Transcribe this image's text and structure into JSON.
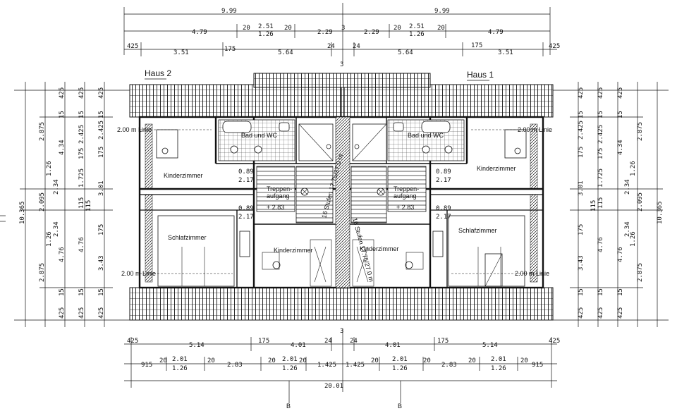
{
  "houses": {
    "left": "Haus 2",
    "right": "Haus 1"
  },
  "rooms": {
    "kinder_top_left": "Kinderzimmer",
    "kinder_top_right": "Kinderzimmer",
    "schlaf_left": "Schlafzimmer",
    "schlaf_right": "Schlafzimmer",
    "kinder_mid_left": "Kinderzimmer",
    "kinder_mid_right": "Kinderzimmer",
    "bad_left": "Bad und WC",
    "bad_right": "Bad und WC",
    "treppe_left_1": "Treppen-",
    "treppe_left_2": "aufgang",
    "treppe_left_3": "+ 2.83",
    "treppe_right_1": "Treppen-",
    "treppe_right_2": "aufgang",
    "treppe_right_3": "+ 2.83",
    "stufen_left": "16 Stufen 17.75/27.0 m",
    "stufen_right": "16 Stufen 17.75/27.0 m"
  },
  "lines": {
    "left_top": "2.00 m Linie",
    "right_top": "2.00 m Linie",
    "left_bottom": "2.00 m Linie",
    "right_bottom": "2.00 m Linie"
  },
  "doors": {
    "d1a": "0.89",
    "d1b": "2.17",
    "d2a": "0.89",
    "d2b": "2.17",
    "d3a": "0.89",
    "d3b": "2.17",
    "d4a": "0.89",
    "d4b": "2.17"
  },
  "dims_top": {
    "left_total": "9.99",
    "right_total": "9.99",
    "l_479": "4.79",
    "l_20a": "20",
    "l_251": "2.51",
    "l_126": "1.26",
    "l_20b": "20",
    "c_229a": "2.29",
    "c_3": "3",
    "c_229b": "2.29",
    "r_20a": "20",
    "r_251": "2.51",
    "r_126": "1.26",
    "r_20b": "20",
    "r_479": "4.79",
    "l_425": "425",
    "l_351": "3.51",
    "l_175": "175",
    "l_564": "5.64",
    "l_24": "24",
    "r_24": "24",
    "r_564": "5.64",
    "r_175": "175",
    "r_351": "3.51",
    "r_425": "425",
    "mid_3": "3"
  },
  "dims_bottom": {
    "l_425": "425",
    "l_514": "5.14",
    "l_175": "175",
    "l_401": "4.01",
    "c_24a": "24",
    "c_3": "3",
    "c_24b": "24",
    "r_401": "4.01",
    "r_175": "175",
    "r_514": "5.14",
    "r_425": "425",
    "l_915": "915",
    "l_20a": "20",
    "l_201": "2.01",
    "l_126": "1.26",
    "l_20b": "20",
    "l_283": "2.83",
    "l_20c": "20",
    "l_201b": "2.01",
    "l_126b": "1.26",
    "l_20d": "20",
    "l_1425": "1.425",
    "r_1425": "1.425",
    "r_20a": "20",
    "r_201": "2.01",
    "r_126": "1.26",
    "r_20b": "20",
    "r_283": "2.83",
    "r_20c": "20",
    "r_201b": "2.01",
    "r_126b": "1.26",
    "r_20d": "20",
    "r_915": "915",
    "total": "20.01",
    "section_left": "B",
    "section_right": "B"
  },
  "dims_left": {
    "total": "10.365",
    "a_2875": "2.875",
    "a_2095": "2.095",
    "a_2875b": "2.875",
    "b_425": "425",
    "b_15": "15",
    "b_434": "4.34",
    "b_126": "1.26",
    "b_234": "2.34",
    "b_126b": "1.26",
    "b_234b": "2.34",
    "b_476": "4.76",
    "b_15b": "15",
    "b_425b": "425",
    "c_425": "425",
    "c_15": "15",
    "c_2425": "2.425",
    "c_175": "175",
    "c_1725": "1.725",
    "c_115": "115",
    "c_476": "4.76",
    "c_15b": "15",
    "c_425b": "425",
    "d_425": "425",
    "d_15": "15",
    "d_2425": "2.425",
    "d_175": "175",
    "d_301": "3.01",
    "d_115": "115",
    "d_175b": "175",
    "d_343": "3.43",
    "d_15b": "15",
    "d_425b": "425"
  },
  "dims_right": {
    "total": "10.365",
    "a_2875": "2.875",
    "a_2095": "2.095",
    "a_2875b": "2.875",
    "b_425": "425",
    "b_15": "15",
    "b_434": "4.34",
    "b_126": "1.26",
    "b_234": "2.34",
    "b_126b": "1.26",
    "b_234b": "2.34",
    "b_476": "4.76",
    "b_15b": "15",
    "b_425b": "425",
    "c_425": "425",
    "c_15": "15",
    "c_2425": "2.425",
    "c_175": "175",
    "c_1725": "1.725",
    "c_115": "115",
    "c_476": "4.76",
    "c_15b": "15",
    "c_425b": "425",
    "d_425": "425",
    "d_15": "15",
    "d_2425": "2.425",
    "d_175": "175",
    "d_301": "3.01",
    "d_115": "115",
    "d_175b": "175",
    "d_343": "3.43",
    "d_15b": "15",
    "d_425b": "425"
  }
}
